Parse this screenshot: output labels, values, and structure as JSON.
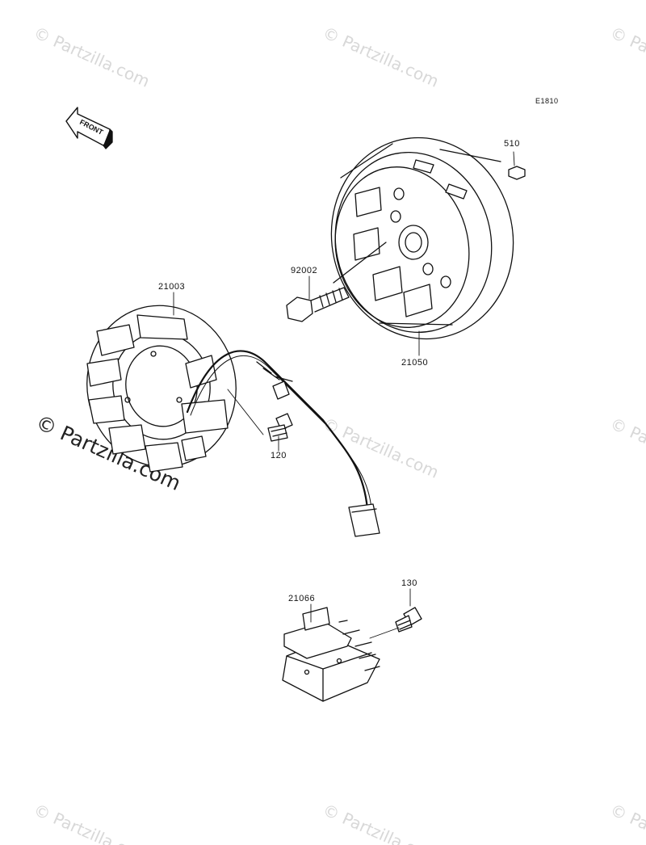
{
  "diagram_ref": "E1810",
  "front_label": "FRONT",
  "watermark": {
    "text": "© Partzilla.com"
  },
  "parts": [
    {
      "key": "flywheel",
      "number": "21050"
    },
    {
      "key": "woodruff-key",
      "number": "510"
    },
    {
      "key": "flywheel-bolt",
      "number": "92002"
    },
    {
      "key": "stator",
      "number": "21003"
    },
    {
      "key": "stator-bolt",
      "number": "120"
    },
    {
      "key": "regulator",
      "number": "21066"
    },
    {
      "key": "regulator-bolt",
      "number": "130"
    }
  ]
}
